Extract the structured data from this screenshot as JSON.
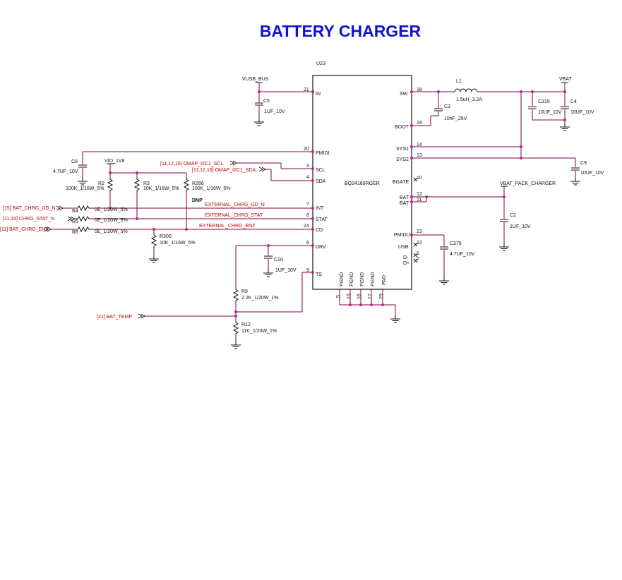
{
  "title": "BATTERY CHARGER",
  "ic": {
    "ref": "U23",
    "part": "BQ24160RGER",
    "left_pins": [
      {
        "num": "21",
        "name": "IN"
      },
      {
        "num": "20",
        "name": "PMIDI"
      },
      {
        "num": "3",
        "name": "SCL"
      },
      {
        "num": "4",
        "name": "SDA"
      },
      {
        "num": "7",
        "name": "INT"
      },
      {
        "num": "8",
        "name": "STAT"
      },
      {
        "num": "24",
        "name": "CD"
      },
      {
        "num": "6",
        "name": "DRV"
      },
      {
        "num": "9",
        "name": "TS"
      }
    ],
    "right_pins": [
      {
        "num": "18",
        "name": "SW"
      },
      {
        "num": "19",
        "name": "BOOT"
      },
      {
        "num": "14",
        "name": "SYS1"
      },
      {
        "num": "13",
        "name": "SYS2"
      },
      {
        "num": "10",
        "name": "BGATE"
      },
      {
        "num": "12",
        "name": "BAT"
      },
      {
        "num": "11",
        "name": "BAT"
      },
      {
        "num": "23",
        "name": "PMIDU"
      },
      {
        "num": "22",
        "name": "USB"
      },
      {
        "num": "1",
        "name": "D-"
      },
      {
        "num": "2",
        "name": "D+"
      }
    ],
    "bottom_pins": [
      {
        "num": "5",
        "name": "PGND"
      },
      {
        "num": "15",
        "name": "PGND"
      },
      {
        "num": "16",
        "name": "PGND"
      },
      {
        "num": "17",
        "name": "PGND"
      },
      {
        "num": "25",
        "name": "PAD"
      }
    ]
  },
  "nets": {
    "vusb": "VUSB_BUS",
    "vbat": "VBAT",
    "vio": "VIO_1V8",
    "vbat_pack": "VBAT_PACK_CHARGER"
  },
  "ports": {
    "scl": "[11,12,16]   OMAP_I2C1_SCL",
    "sda": "[11,12,16]   OMAP_I2C1_SDA",
    "gd": "[15]  BAT_CHRG_GD_N",
    "stat": "[11,15]   CHRG_STAT_N",
    "enz": "[11]  BAT_CHRG_ENZ",
    "temp": "[21]  BAT_TEMP"
  },
  "wire_labels": {
    "int": "EXTERNAL_CHRG_GD_N",
    "stat": "EXTERNAL_CHRG_STAT",
    "cd": "EXTERNAL_CHRG_ENZ"
  },
  "components": {
    "C5": {
      "ref": "C5",
      "value": "1UF_10V"
    },
    "C8": {
      "ref": "C8",
      "value": "4.7UF_10V"
    },
    "C3": {
      "ref": "C3",
      "value": "10nF_25V"
    },
    "L1": {
      "ref": "L1",
      "value": "1.5uH_3.2A"
    },
    "C315": {
      "ref": "C315",
      "value": "10UF_10V"
    },
    "C4": {
      "ref": "C4",
      "value": "10UF_10V"
    },
    "C9": {
      "ref": "C9",
      "value": "10UF_10V"
    },
    "C2": {
      "ref": "C2",
      "value": "1UF_10V"
    },
    "C275": {
      "ref": "C275",
      "value": "4.7UF_10V"
    },
    "C10": {
      "ref": "C10",
      "value": "1UF_10V"
    },
    "R2": {
      "ref": "R2",
      "value": "100K_1/16W_5%"
    },
    "R3": {
      "ref": "R3",
      "value": "10K_1/16W_5%"
    },
    "R266": {
      "ref": "R266",
      "value": "100K_1/16W_5%",
      "note": "DNP"
    },
    "R4": {
      "ref": "R4",
      "value": "0E_1/20W_5%"
    },
    "R5": {
      "ref": "R5",
      "value": "0E_1/20W_5%"
    },
    "R8": {
      "ref": "R8",
      "value": "0E_1/20W_5%"
    },
    "R300": {
      "ref": "R300",
      "value": "10K_1/16W_5%"
    },
    "R9": {
      "ref": "R9",
      "value": "2.2K_1/20W_1%"
    },
    "R12": {
      "ref": "R12",
      "value": "11K_1/20W_1%"
    }
  }
}
